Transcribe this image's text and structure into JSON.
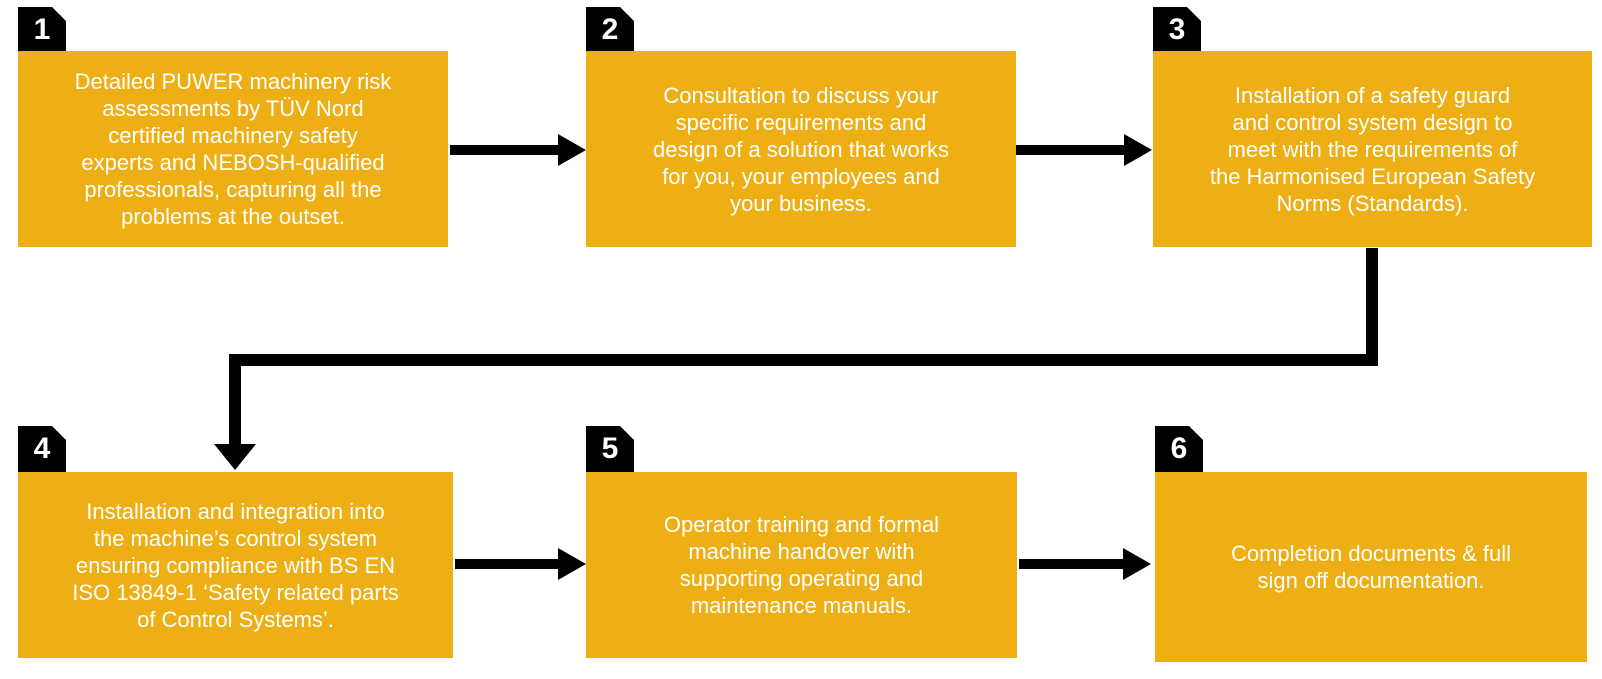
{
  "diagram": {
    "title_hint": "six-step machinery safety process flowchart",
    "colors": {
      "box_fill": "#EEAF14",
      "badge_fill": "#000000",
      "arrow": "#000000",
      "box_text": "#ffffff",
      "badge_text": "#ffffff",
      "background": "#ffffff"
    },
    "steps": [
      {
        "number": "1",
        "text": "Detailed PUWER machinery risk\nassessments by TÜV Nord\ncertified machinery safety\nexperts and NEBOSH-qualified\nprofessionals, capturing all the\nproblems at the outset."
      },
      {
        "number": "2",
        "text": "Consultation to discuss your\nspecific requirements and\ndesign of a solution that works\nfor you, your employees and\nyour business."
      },
      {
        "number": "3",
        "text": "Installation of a safety guard\nand control system design to\nmeet with the requirements of\nthe Harmonised European Safety\nNorms (Standards)."
      },
      {
        "number": "4",
        "text": "Installation and integration into\nthe machine’s control system\nensuring compliance with BS EN\nISO 13849-1 ‘Safety related parts\nof Control Systems’."
      },
      {
        "number": "5",
        "text": "Operator training and formal\nmachine handover with\nsupporting operating and\nmaintenance manuals."
      },
      {
        "number": "6",
        "text": "Completion documents & full\nsign off documentation."
      }
    ],
    "flow": [
      "1 -> 2",
      "2 -> 3",
      "3 -> 4 (elbow down-left-down)",
      "4 -> 5",
      "5 -> 6"
    ]
  }
}
